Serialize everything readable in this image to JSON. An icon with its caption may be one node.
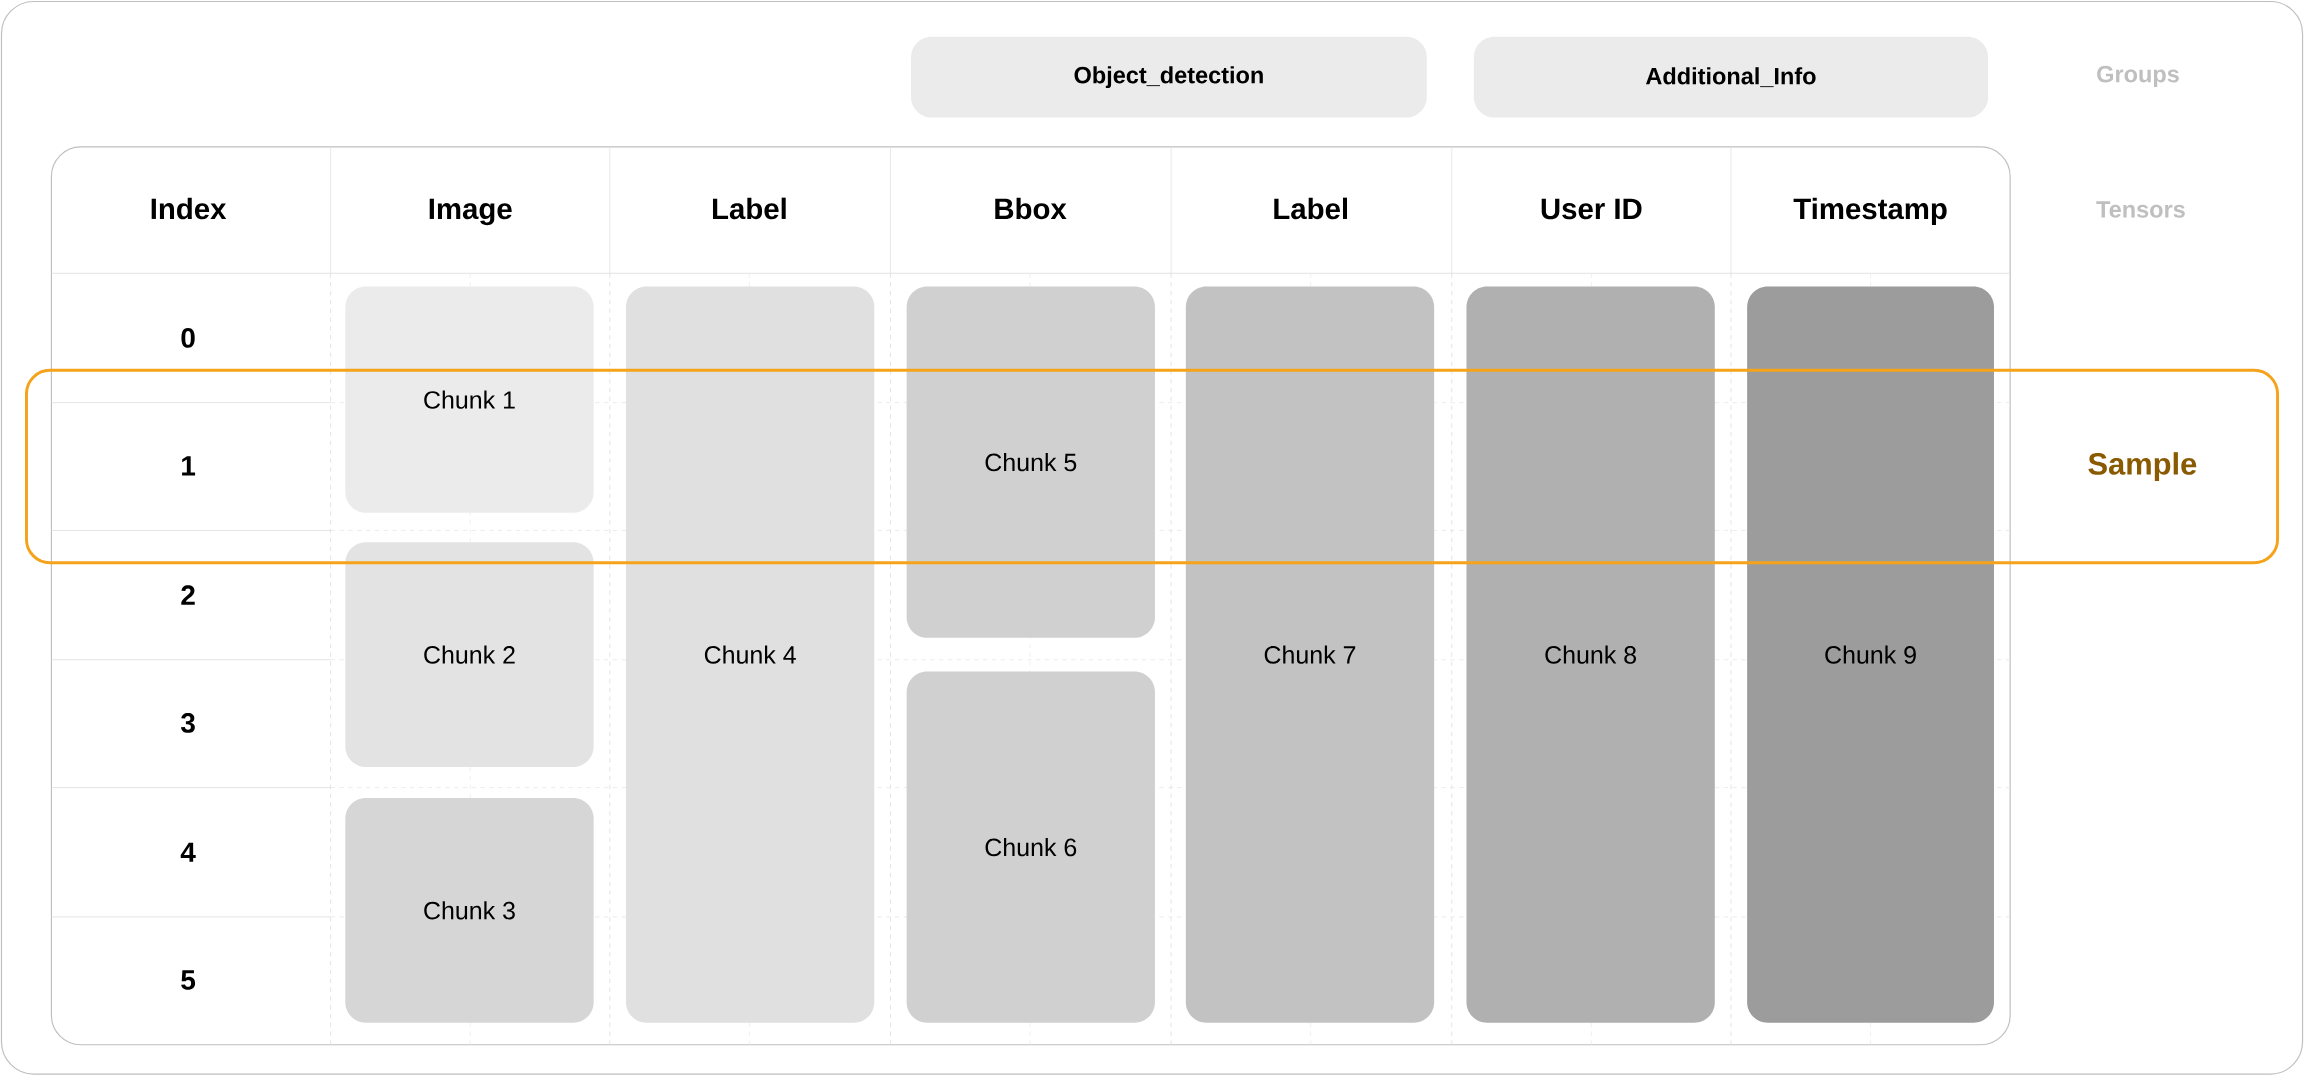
{
  "diagram": {
    "nodes": [
      {
        "text": [
          "Object_detection"
        ]
      },
      {
        "text": [
          "Additional_Info"
        ]
      },
      {
        "text": [
          "Chunk 1"
        ]
      },
      {
        "text": [
          "Chunk 2"
        ]
      },
      {
        "text": [
          "Chunk 3"
        ]
      },
      {
        "text": [
          "Chunk 4"
        ]
      },
      {
        "text": [
          "Chunk 5"
        ]
      },
      {
        "text": [
          "Chunk 6"
        ]
      },
      {
        "text": [
          "Chunk 7"
        ]
      },
      {
        "text": [
          "Chunk 8"
        ]
      },
      {
        "text": [
          "Chunk 9"
        ]
      },
      {
        "text": [
          "Sample"
        ]
      }
    ],
    "labels": [
      "Groups",
      "Index",
      "Image",
      "Label",
      "Bbox",
      "Label",
      "User ID",
      "Timestamp",
      "Tensors",
      "0",
      "1",
      "2",
      "3",
      "4",
      "5"
    ]
  }
}
